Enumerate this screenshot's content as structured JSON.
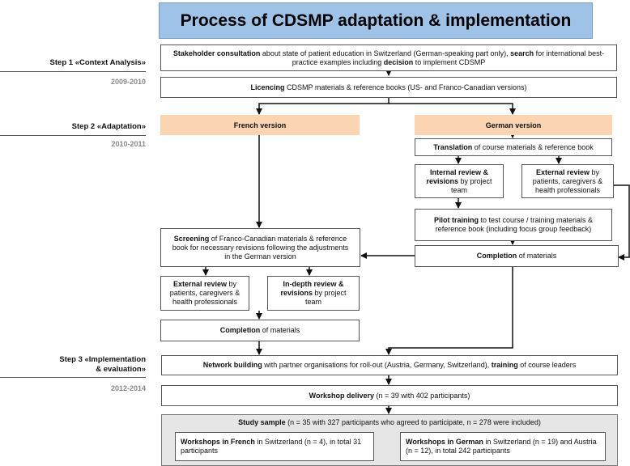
{
  "title": "Process of CDSMP adaptation & implementation",
  "steps": [
    {
      "label": "Step 1 «Context Analysis»",
      "years": "2009-2010"
    },
    {
      "label": "Step 2 «Adaptation»",
      "years": "2010-2011"
    },
    {
      "label_line1": "Step 3 «Implementation",
      "label_line2": "& evaluation»",
      "years": "2012-2014"
    }
  ],
  "boxes": {
    "stakeholder": {
      "b1": "Stakeholder consultation",
      "t1": " about state of patient education in Switzerland (German-speaking part only), ",
      "b2": "search",
      "t2": " for international best-practice examples including ",
      "b3": "decision",
      "t3": " to implement CDSMP"
    },
    "licencing": {
      "b1": "Licencing",
      "t1": " CDSMP materials & reference books (US- and Franco-Canadian versions)"
    },
    "french_version": "French version",
    "german_version": "German version",
    "translation": {
      "b1": "Translation",
      "t1": " of course materials & reference book"
    },
    "internal_review": {
      "b1": "Internal review & revisions",
      "t1": " by project team"
    },
    "external_review_de": {
      "b1": "External review",
      "t1": " by patients, caregivers & health professionals"
    },
    "pilot_training": {
      "b1": "Pilot training",
      "t1": " to test course / training materials & reference book (including focus group feedback)"
    },
    "completion_de": {
      "b1": "Completion",
      "t1": " of materials"
    },
    "screening": {
      "b1": "Screening",
      "t1": " of Franco-Canadian materials & reference book for necessary revisions following the adjustments in the German version"
    },
    "external_review_fr": {
      "b1": "External review",
      "t1": " by patients, caregivers & health professionals"
    },
    "indepth_review": {
      "b1": "In-depth review & revisions",
      "t1": " by project team"
    },
    "completion_fr": {
      "b1": "Completion",
      "t1": " of materials"
    },
    "network": {
      "b1": "Network building",
      "t1": " with partner organisations for roll-out (Austria, Germany, Switzerland), ",
      "b2": "training",
      "t2": " of course leaders"
    },
    "workshop_delivery": {
      "b1": "Workshop delivery",
      "t1": " (n = 39 with 402 participants)"
    },
    "study_sample": {
      "b1": "Study sample",
      "t1": " (n = 35 with 327 participants who agreed to participate, n = 278 were included)"
    },
    "workshops_fr": {
      "b1": "Workshops in French",
      "t1": " in Switzerland (n = 4), in total 31 participants"
    },
    "workshops_de": {
      "b1": "Workshops in German",
      "t1": " in Switzerland (n = 19) and Austria (n = 12), in total 242 participants"
    }
  }
}
